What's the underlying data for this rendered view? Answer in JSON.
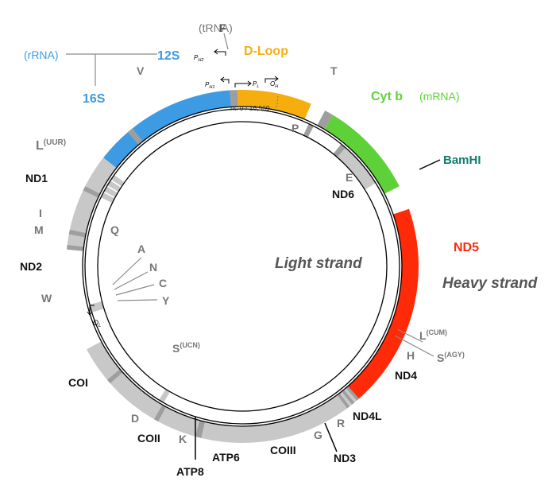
{
  "colors": {
    "rRNA": "#3d9be3",
    "dloop": "#f5ae0e",
    "cytb": "#5fd138",
    "nd5": "#ff2a08",
    "bamhi": "#0f7c6c",
    "gene_gray": "#c8c8c8",
    "trna_gray": "#9e9e9e",
    "noncoding": "#efefef",
    "label_gray": "#777777",
    "label_black": "#111111"
  },
  "labels": {
    "trna_tag": "(tRNA)",
    "rrna_tag": "(rRNA)",
    "mrna_tag": "(mRNA)",
    "F": "F",
    "s12": "12S",
    "s16": "16S",
    "dloop": "D-Loop",
    "cytb": "Cyt b",
    "T": "T",
    "V": "V",
    "P": "P",
    "bamhi": "BamHI",
    "E": "E",
    "ND6": "ND6",
    "ND5": "ND5",
    "L_uur_base": "L",
    "L_uur_sup": "(UUR)",
    "ND1": "ND1",
    "I": "I",
    "M": "M",
    "Q": "Q",
    "ND2": "ND2",
    "A": "A",
    "N": "N",
    "C": "C",
    "Y": "Y",
    "W": "W",
    "OL": "O",
    "OL_sub": "L",
    "S_ucn_base": "S",
    "S_ucn_sup": "(UCN)",
    "COI": "COI",
    "D": "D",
    "COII": "COII",
    "K": "K",
    "ATP8": "ATP8",
    "ATP6": "ATP6",
    "COIII": "COIII",
    "G": "G",
    "ND3": "ND3",
    "R": "R",
    "ND4L": "ND4L",
    "ND4": "ND4",
    "H": "H",
    "L_cum_base": "L",
    "L_cum_sup": "(CUM)",
    "S_agy_base": "S",
    "S_agy_sup": "(AGY)",
    "light_strand": "Light strand",
    "heavy_strand": "Heavy strand",
    "origin": "nt. 0 / 16,569",
    "PH2": "P",
    "PH2_sub": "H2",
    "PH1": "P",
    "PH1_sub": "H1",
    "PL": "P",
    "PL_sub": "L",
    "OH": "O",
    "OH_sub": "H"
  }
}
